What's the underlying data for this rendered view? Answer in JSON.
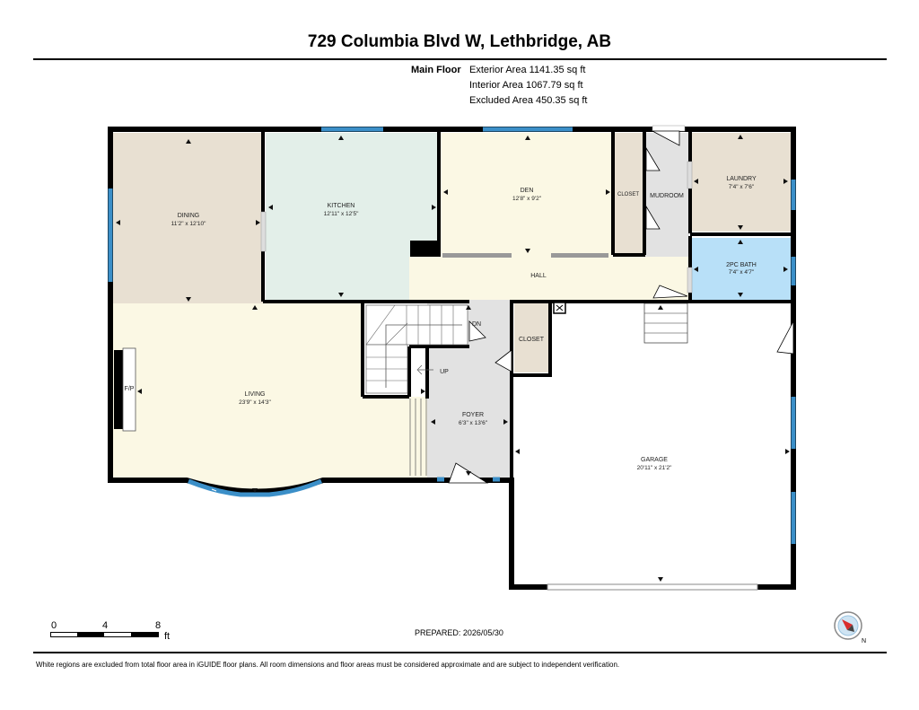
{
  "header": {
    "title": "729 Columbia Blvd W, Lethbridge, AB",
    "floor_label": "Main Floor",
    "area_lines": [
      "Exterior Area 1141.35 sq ft",
      "Interior Area 1067.79 sq ft",
      "Excluded Area 450.35 sq ft"
    ]
  },
  "rooms": {
    "dining": {
      "name": "DINING",
      "dims": "11'2\" x 12'10\"",
      "color": "#e8e0d2"
    },
    "kitchen": {
      "name": "KITCHEN",
      "dims": "12'11\" x 12'5\"",
      "color": "#e3efe9"
    },
    "den": {
      "name": "DEN",
      "dims": "12'8\" x 9'2\"",
      "color": "#fbf8e4"
    },
    "closet_top": {
      "name": "CLOSET"
    },
    "mudroom": {
      "name": "MUDROOM"
    },
    "laundry": {
      "name": "LAUNDRY",
      "dims": "7'4\" x 7'6\"",
      "color": "#e8e0d2"
    },
    "hall": {
      "name": "HALL"
    },
    "bath": {
      "name": "2PC BATH",
      "dims": "7'4\" x 4'7\"",
      "color": "#b8e0f8"
    },
    "living": {
      "name": "LIVING",
      "dims": "23'9\" x 14'3\"",
      "color": "#fbf8e4"
    },
    "fireplace": {
      "name": "F/P"
    },
    "stairs_down": {
      "name": "DN"
    },
    "stairs_up": {
      "name": "UP"
    },
    "closet_foyer": {
      "name": "CLOSET"
    },
    "foyer": {
      "name": "FOYER",
      "dims": "6'3\" x 13'6\""
    },
    "garage": {
      "name": "GARAGE",
      "dims": "20'11\" x 21'2\""
    }
  },
  "footer": {
    "scale_ticks": [
      "0",
      "4",
      "8"
    ],
    "scale_unit": "ft",
    "prepared": "PREPARED: 2026/05/30",
    "disclaimer": "White regions are excluded from total floor area in iGUIDE floor plans. All room dimensions and floor areas must be considered approximate and are subject to independent verification.",
    "compass_letter": "N"
  },
  "colors": {
    "wall": "#000000",
    "window": "#3b8fc8",
    "beige": "#e8e0d2",
    "cream": "#fbf8e4",
    "mint": "#e3efe9",
    "blue": "#b8e0f8",
    "grey": "#e2e2e2"
  }
}
